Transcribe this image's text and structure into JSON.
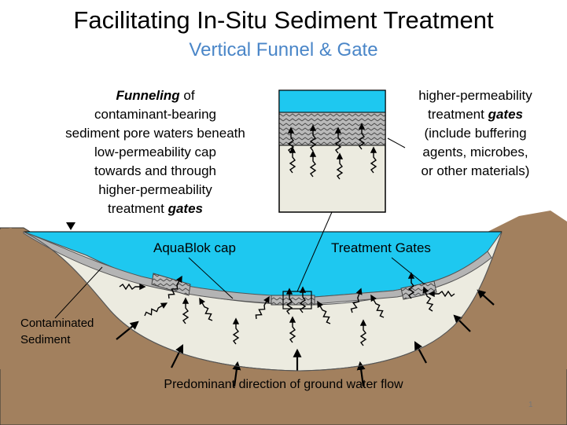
{
  "title": "Facilitating In-Situ Sediment Treatment",
  "subtitle": "Vertical Funnel & Gate",
  "funnel_text": {
    "bold_word": "Funneling",
    "lines": [
      " of",
      "contaminant-bearing",
      "sediment pore waters beneath",
      "low-permeability cap",
      "towards and through",
      "higher-permeability",
      "treatment "
    ],
    "end_word": "gates"
  },
  "gates_text": {
    "lines": [
      "higher-permeability",
      "treatment "
    ],
    "bold_word": "gates",
    "rest": [
      "(include buffering",
      "agents, microbes,",
      "or other materials)"
    ]
  },
  "labels": {
    "cap": "AquaBlok cap",
    "gates": "Treatment Gates",
    "sediment_line1": "Contaminated",
    "sediment_line2": "Sediment",
    "flow": "Predominant direction of ground water flow"
  },
  "page_number": "1",
  "colors": {
    "water": "#1ec8f0",
    "soil": "#a2805e",
    "sediment": "#ecebe0",
    "cap": "#b4b4b4",
    "gate": "#9a9a9a",
    "subtitle": "#4a86c8"
  },
  "icons": [
    "water-level-triangle",
    "squiggle-flow-arrow"
  ]
}
